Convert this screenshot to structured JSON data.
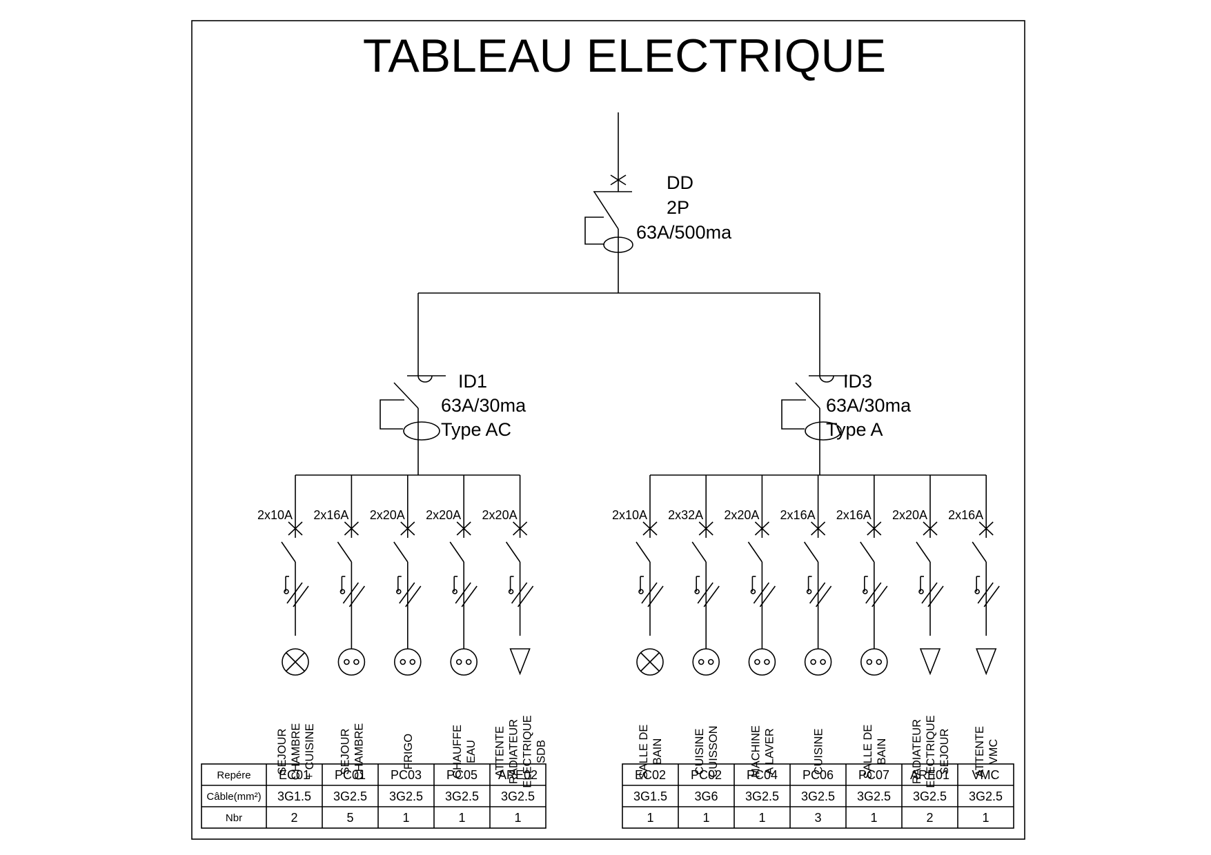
{
  "title": "TABLEAU ELECTRIQUE",
  "main_breaker": {
    "lines": [
      "DD",
      "2P",
      "63A/500ma"
    ]
  },
  "groups": [
    {
      "lines": [
        "ID1",
        "63A/30ma",
        "Type  AC"
      ],
      "circuits": [
        {
          "rating": "2x10A",
          "load": "light",
          "label_lines": [
            "SEJOUR",
            "CHAMBRE",
            "+ CUISINE"
          ],
          "repere": "EC01",
          "cable": "3G1.5",
          "nbr": "2"
        },
        {
          "rating": "2x16A",
          "load": "socket",
          "label_lines": [
            "SEJOUR",
            "CHAMBRE"
          ],
          "repere": "PC01",
          "cable": "3G2.5",
          "nbr": "5"
        },
        {
          "rating": "2x20A",
          "load": "socket",
          "label_lines": [
            "FRIGO"
          ],
          "repere": "PC03",
          "cable": "3G2.5",
          "nbr": "1"
        },
        {
          "rating": "2x20A",
          "load": "socket",
          "label_lines": [
            "CHAUFFE",
            "EAU"
          ],
          "repere": "PC05",
          "cable": "3G2.5",
          "nbr": "1"
        },
        {
          "rating": "2x20A",
          "load": "output",
          "label_lines": [
            "ATTENTE",
            "RADIATEUR",
            "ELECTRIQUE",
            "SDB"
          ],
          "repere": "ARE02",
          "cable": "3G2.5",
          "nbr": "1"
        }
      ]
    },
    {
      "lines": [
        "ID3",
        "63A/30ma",
        "Type  A"
      ],
      "circuits": [
        {
          "rating": "2x10A",
          "load": "light",
          "label_lines": [
            "SALLE DE",
            "BAIN"
          ],
          "repere": "EC02",
          "cable": "3G1.5",
          "nbr": "1"
        },
        {
          "rating": "2x32A",
          "load": "socket",
          "label_lines": [
            "CUISINE",
            "CUISSON"
          ],
          "repere": "PC02",
          "cable": "3G6",
          "nbr": "1"
        },
        {
          "rating": "2x20A",
          "load": "socket",
          "label_lines": [
            "MACHINE",
            "A LAVER"
          ],
          "repere": "PC04",
          "cable": "3G2.5",
          "nbr": "1"
        },
        {
          "rating": "2x16A",
          "load": "socket",
          "label_lines": [
            "CUISINE"
          ],
          "repere": "PC06",
          "cable": "3G2.5",
          "nbr": "3"
        },
        {
          "rating": "2x16A",
          "load": "socket",
          "label_lines": [
            "SALLE DE",
            "BAIN"
          ],
          "repere": "PC07",
          "cable": "3G2.5",
          "nbr": "1"
        },
        {
          "rating": "2x20A",
          "load": "output",
          "label_lines": [
            "RADIATEUR",
            "ELECTRIQUE",
            "SEJOUR"
          ],
          "repere": "ARE01",
          "cable": "3G2.5",
          "nbr": "2"
        },
        {
          "rating": "2x16A",
          "load": "output",
          "label_lines": [
            "ATTENTE",
            "VMC"
          ],
          "repere": "VMC",
          "cable": "3G2.5",
          "nbr": "1"
        }
      ]
    }
  ],
  "table_headers": {
    "repere": "Repére",
    "cable": "Câble(mm²)",
    "nbr": "Nbr"
  }
}
